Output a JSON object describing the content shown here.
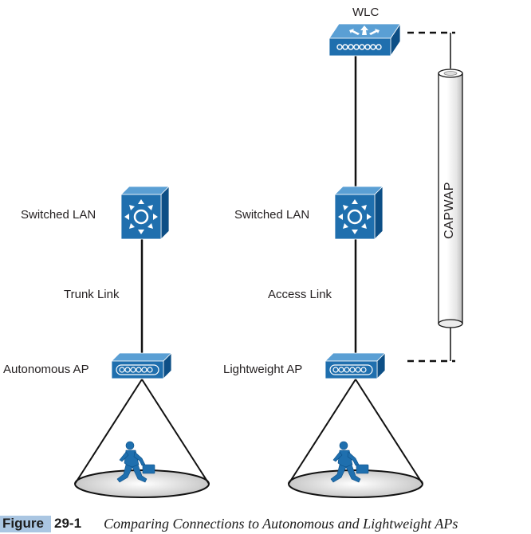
{
  "labels": {
    "wlc": "WLC",
    "switched_lan_left": "Switched LAN",
    "switched_lan_right": "Switched LAN",
    "trunk_link": "Trunk Link",
    "access_link": "Access Link",
    "autonomous_ap": "Autonomous AP",
    "lightweight_ap": "Lightweight AP",
    "capwap": "CAPWAP"
  },
  "caption": {
    "figure_word": "Figure",
    "figure_number": "29-1",
    "text": "Comparing Connections to Autonomous and Lightweight APs"
  },
  "colors": {
    "device_blue": "#1f6fae",
    "device_top": "#5a9fd4",
    "device_side": "#0d4f86",
    "caption_highlight": "#aac6e2",
    "floor_fill": "#d9d9d9"
  }
}
